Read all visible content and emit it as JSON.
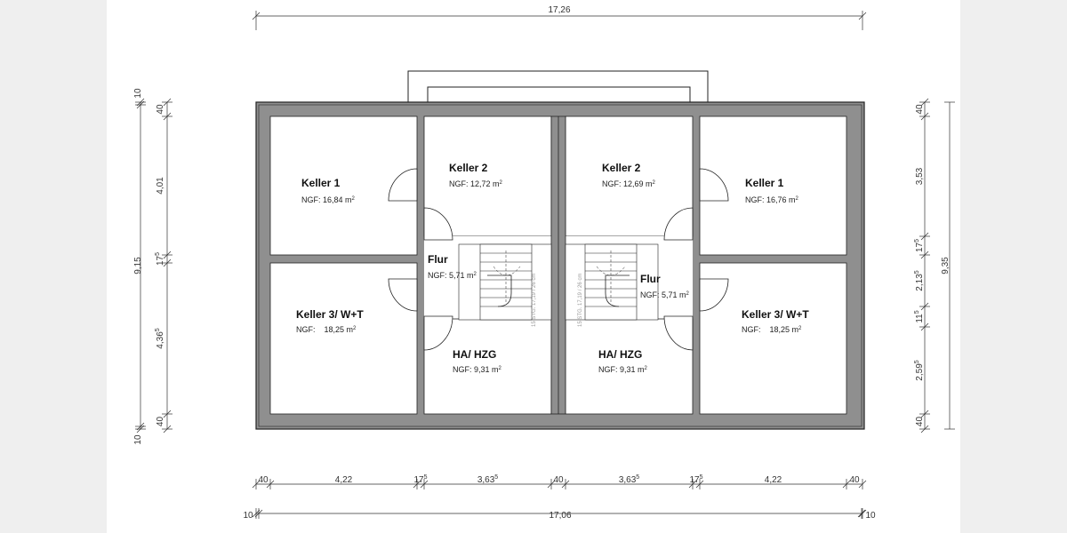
{
  "colors": {
    "page_margin": "#efefef",
    "wall": "#8f8f8f",
    "wall_outline": "#222222",
    "room": "#ffffff",
    "dimension_line": "#333333"
  },
  "rooms": {
    "keller1_left": {
      "name": "Keller 1",
      "area_label": "NGF: 16,84 m",
      "sup": "2"
    },
    "keller2_left": {
      "name": "Keller 2",
      "area_label": "NGF: 12,72 m",
      "sup": "2"
    },
    "keller2_right": {
      "name": "Keller 2",
      "area_label": "NGF: 12,69 m",
      "sup": "2"
    },
    "keller1_right": {
      "name": "Keller 1",
      "area_label": "NGF: 16,76 m",
      "sup": "2"
    },
    "flur_left": {
      "name": "Flur",
      "area_label": "NGF: 5,71 m",
      "sup": "2"
    },
    "flur_right": {
      "name": "Flur",
      "area_label": "NGF: 5,71 m",
      "sup": "2"
    },
    "keller3_left": {
      "name": "Keller 3/ W+T",
      "area_label": "NGF:    18,25 m",
      "sup": "2"
    },
    "keller3_right": {
      "name": "Keller 3/ W+T",
      "area_label": "NGF:    18,25 m",
      "sup": "2"
    },
    "hzg_left": {
      "name": "HA/ HZG",
      "area_label": "NGF: 9,31 m",
      "sup": "2"
    },
    "hzg_right": {
      "name": "HA/ HZG",
      "area_label": "NGF: 9,31 m",
      "sup": "2"
    }
  },
  "stairs": {
    "left_label": "15 STG. 17,19 / 26 cm",
    "right_label": "15 STG. 17,19 / 26 cm"
  },
  "dims_top": {
    "overall": "17,26"
  },
  "dims_bottom_1": [
    {
      "main": "40",
      "sup": ""
    },
    {
      "main": "4,22",
      "sup": ""
    },
    {
      "main": "17",
      "sup": "5"
    },
    {
      "main": "3,63",
      "sup": "5"
    },
    {
      "main": "40",
      "sup": ""
    },
    {
      "main": "3,63",
      "sup": "5"
    },
    {
      "main": "17",
      "sup": "5"
    },
    {
      "main": "4,22",
      "sup": ""
    },
    {
      "main": "40",
      "sup": ""
    }
  ],
  "dims_bottom_2": [
    {
      "main": "10",
      "sup": ""
    },
    {
      "main": "17,06",
      "sup": ""
    },
    {
      "main": "10",
      "sup": ""
    }
  ],
  "dims_left_outer": [
    {
      "main": "10",
      "sup": ""
    },
    {
      "main": "9,15",
      "sup": ""
    },
    {
      "main": "10",
      "sup": ""
    }
  ],
  "dims_left_inner": [
    {
      "main": "40",
      "sup": ""
    },
    {
      "main": "4,01",
      "sup": ""
    },
    {
      "main": "17",
      "sup": "5"
    },
    {
      "main": "4,36",
      "sup": "5"
    },
    {
      "main": "40",
      "sup": ""
    }
  ],
  "dims_right_inner": [
    {
      "main": "40",
      "sup": ""
    },
    {
      "main": "3,53",
      "sup": ""
    },
    {
      "main": "17",
      "sup": "5"
    },
    {
      "main": "2,13",
      "sup": "5"
    },
    {
      "main": "11",
      "sup": "5"
    },
    {
      "main": "2,59",
      "sup": "5"
    },
    {
      "main": "40",
      "sup": ""
    }
  ],
  "dims_right_outer": {
    "main": "9,35",
    "sup": ""
  }
}
